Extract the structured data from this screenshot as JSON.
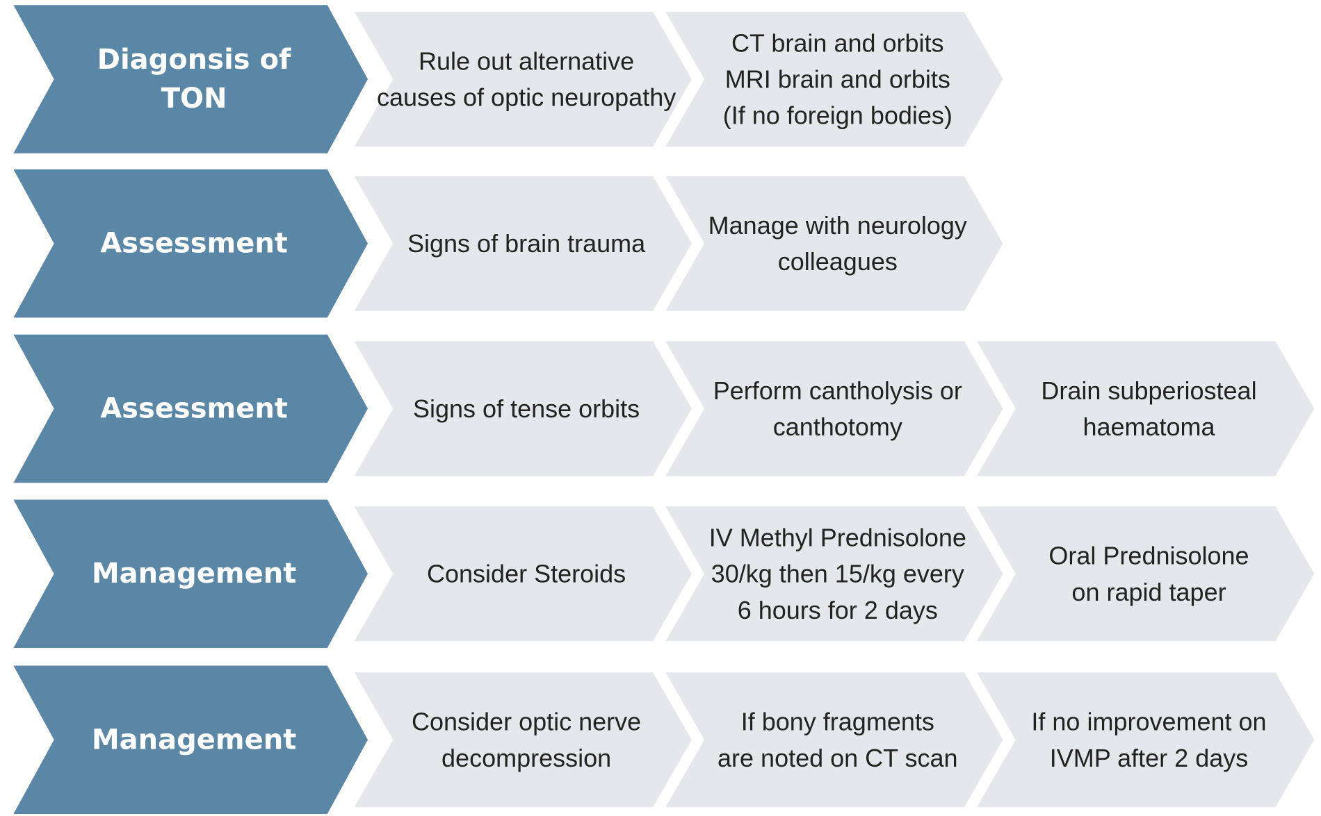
{
  "colors": {
    "header_fill": "#5b87a6",
    "step_fill": "#e5e7ec",
    "header_text": "#ffffff",
    "step_text": "#222222"
  },
  "rows": [
    {
      "header": [
        "Diagonsis of",
        "TON"
      ],
      "steps": [
        [
          "Rule out alternative",
          "causes of optic neuropathy"
        ],
        [
          "CT brain and orbits",
          "MRI brain and orbits",
          "(If no foreign bodies)"
        ]
      ]
    },
    {
      "header": [
        "Assessment"
      ],
      "steps": [
        [
          "Signs of brain trauma"
        ],
        [
          "Manage with neurology",
          "colleagues"
        ]
      ]
    },
    {
      "header": [
        "Assessment"
      ],
      "steps": [
        [
          "Signs of tense orbits"
        ],
        [
          "Perform cantholysis or",
          "canthotomy"
        ],
        [
          "Drain subperiosteal",
          "haematoma"
        ]
      ]
    },
    {
      "header": [
        "Management"
      ],
      "steps": [
        [
          "Consider Steroids"
        ],
        [
          "IV Methyl Prednisolone",
          "30/kg then 15/kg every",
          "6 hours for 2 days"
        ],
        [
          "Oral Prednisolone",
          "on rapid taper"
        ]
      ]
    },
    {
      "header": [
        "Management"
      ],
      "steps": [
        [
          "Consider optic nerve",
          "decompression"
        ],
        [
          "If bony fragments",
          "are noted on CT scan"
        ],
        [
          "If no improvement on",
          "IVMP after 2 days"
        ]
      ]
    }
  ]
}
